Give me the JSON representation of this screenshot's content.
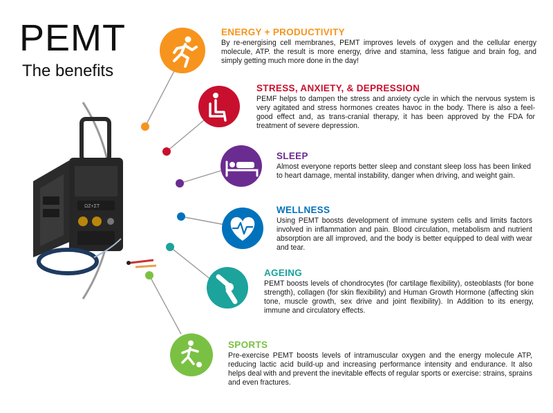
{
  "title": "PEMT",
  "subtitle": "The benefits",
  "colors": {
    "energy": "#f7941d",
    "stress": "#c8102e",
    "sleep": "#6b2c91",
    "wellness": "#0072bc",
    "ageing": "#1ba39c",
    "sports": "#7ac143",
    "arc": "#9a9a9a"
  },
  "benefits": [
    {
      "key": "energy",
      "title": "ENERGY + PRODUCTIVITY",
      "text": "By re-energising cell membranes, PEMT improves levels of oxygen and the cellular energy molecule, ATP. the result is more energy, drive and stamina, less fatigue and brain fog, and simply getting much more done in the day!",
      "icon": "running-person-icon"
    },
    {
      "key": "stress",
      "title": "STRESS, ANXIETY, & DEPRESSION",
      "text": "PEMF helps to dampen the stress and anxiety cycle in which the nervous system is very agitated and stress hormones creates havoc in the body. There is also a feel-good effect and, as trans-cranial therapy, it has been approved by the FDA for treatment of severe depression.",
      "icon": "seated-person-icon"
    },
    {
      "key": "sleep",
      "title": "SLEEP",
      "text": "Almost everyone reports better sleep and constant sleep loss has been linked to heart damage, mental instability, danger when driving, and weight gain.",
      "icon": "bed-icon"
    },
    {
      "key": "wellness",
      "title": "WELLNESS",
      "text": "Using PEMT boosts development of immune system cells and limits factors involved in inflammation and pain. Blood circulation, metabolism and nutrient absorption are all improved, and the body is better equipped to deal with wear and tear.",
      "icon": "heartbeat-icon"
    },
    {
      "key": "ageing",
      "title": "AGEING",
      "text": "PEMT boosts levels of chondrocytes (for cartilage flexibility), osteoblasts (for bone strength), collagen (for skin flexibility) and Human Growth Hormone (affecting skin tone, muscle growth, sex drive and joint flexibility). In Addition to its energy, immune and circulatory effects.",
      "icon": "knee-joint-icon"
    },
    {
      "key": "sports",
      "title": "SPORTS",
      "text": "Pre-exercise PEMT boosts levels of intramuscular oxygen and the energy molecule ATP, reducing lactic acid build-up and increasing performance intensity and endurance. It also helps deal with and prevent the inevitable effects of regular sports or exercise: strains, sprains and even fractures.",
      "icon": "football-player-icon"
    }
  ]
}
